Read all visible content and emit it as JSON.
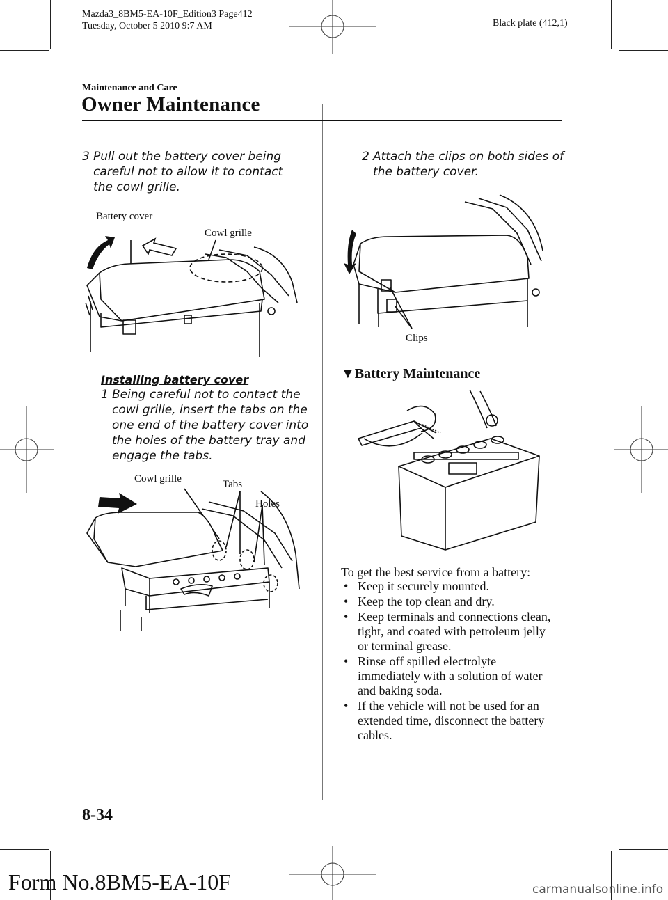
{
  "header": {
    "file_line": "Mazda3_8BM5-EA-10F_Edition3 Page412",
    "date_line": "Tuesday, October 5 2010 9:7 AM",
    "plate": "Black plate (412,1)",
    "section": "Maintenance and Care",
    "title": "Owner Maintenance"
  },
  "left_column": {
    "step3": {
      "number": "3",
      "lines": [
        "Pull out the battery cover being",
        "careful not to allow it to contact",
        "the cowl grille."
      ]
    },
    "fig1": {
      "label_battery_cover": "Battery cover",
      "label_cowl_grille": "Cowl grille"
    },
    "installing_heading": "Installing battery cover",
    "step1": {
      "number": "1",
      "lines": [
        "Being careful not to contact the",
        "cowl grille, insert the tabs on the",
        "one end of the battery cover into",
        "the holes of the battery tray and",
        "engage the tabs."
      ]
    },
    "fig2": {
      "label_cowl_grille": "Cowl grille",
      "label_tabs": "Tabs",
      "label_holes": "Holes"
    }
  },
  "right_column": {
    "step2": {
      "number": "2",
      "lines": [
        "Attach the clips on both sides of",
        "the battery cover."
      ]
    },
    "fig3": {
      "label_clips": "Clips"
    },
    "battery_heading": "Battery Maintenance",
    "intro": "To get the best service from a battery:",
    "bullets": [
      [
        "Keep it securely mounted."
      ],
      [
        "Keep the top clean and dry."
      ],
      [
        "Keep terminals and connections clean,",
        "tight, and coated with petroleum jelly",
        "or terminal grease."
      ],
      [
        "Rinse off spilled electrolyte",
        "immediately with a solution of water",
        "and baking soda."
      ],
      [
        "If the vehicle will not be used for an",
        "extended time, disconnect the battery",
        "cables."
      ]
    ]
  },
  "footer": {
    "page_number": "8-34",
    "form_number": "Form No.8BM5-EA-10F",
    "watermark": "carmanualsonline.info"
  }
}
